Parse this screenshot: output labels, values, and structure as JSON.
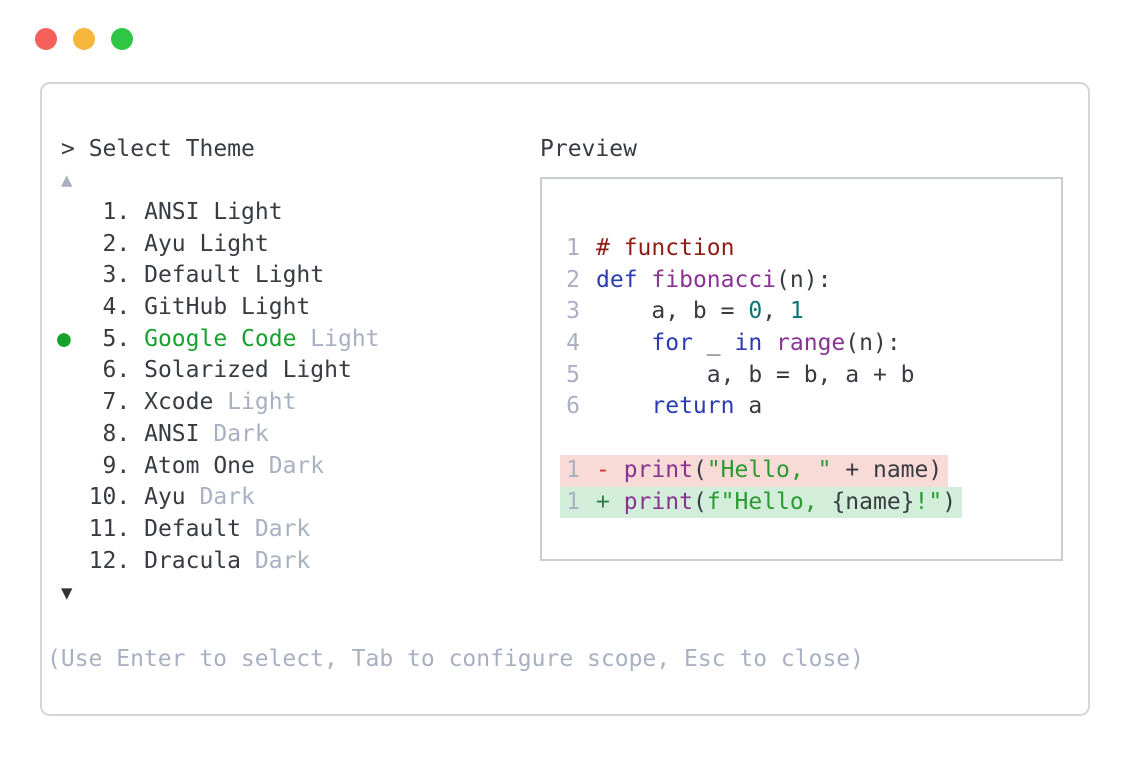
{
  "window": {
    "controls": [
      {
        "name": "close",
        "color_key": "traffic_red"
      },
      {
        "name": "minimize",
        "color_key": "traffic_yellow"
      },
      {
        "name": "maximize",
        "color_key": "traffic_green"
      }
    ]
  },
  "picker": {
    "title": "> Select Theme",
    "scroll_up_glyph": "▲",
    "scroll_down_glyph": "▼",
    "selected_bullet_glyph": "●",
    "items": [
      {
        "num": "1",
        "name": "ANSI",
        "variant": "Light",
        "selected": false,
        "variant_muted": false
      },
      {
        "num": "2",
        "name": "Ayu",
        "variant": "Light",
        "selected": false,
        "variant_muted": false
      },
      {
        "num": "3",
        "name": "Default",
        "variant": "Light",
        "selected": false,
        "variant_muted": false
      },
      {
        "num": "4",
        "name": "GitHub",
        "variant": "Light",
        "selected": false,
        "variant_muted": false
      },
      {
        "num": "5",
        "name": "Google Code",
        "variant": "Light",
        "selected": true,
        "variant_muted": true
      },
      {
        "num": "6",
        "name": "Solarized",
        "variant": "Light",
        "selected": false,
        "variant_muted": false
      },
      {
        "num": "7",
        "name": "Xcode",
        "variant": "Light",
        "selected": false,
        "variant_muted": true
      },
      {
        "num": "8",
        "name": "ANSI",
        "variant": "Dark",
        "selected": false,
        "variant_muted": true
      },
      {
        "num": "9",
        "name": "Atom One",
        "variant": "Dark",
        "selected": false,
        "variant_muted": true
      },
      {
        "num": "10",
        "name": "Ayu",
        "variant": "Dark",
        "selected": false,
        "variant_muted": true
      },
      {
        "num": "11",
        "name": "Default",
        "variant": "Dark",
        "selected": false,
        "variant_muted": true
      },
      {
        "num": "12",
        "name": "Dracula",
        "variant": "Dark",
        "selected": false,
        "variant_muted": true
      }
    ],
    "hint": "(Use Enter to select, Tab to configure scope, Esc to close)"
  },
  "preview": {
    "label": "Preview",
    "code_lines": [
      {
        "num": "1",
        "tokens": [
          {
            "c": "comment",
            "t": "# function"
          }
        ]
      },
      {
        "num": "2",
        "tokens": [
          {
            "c": "keyword",
            "t": "def"
          },
          {
            "c": "plain",
            "t": " "
          },
          {
            "c": "func",
            "t": "fibonacci"
          },
          {
            "c": "plain",
            "t": "(n):"
          }
        ]
      },
      {
        "num": "3",
        "tokens": [
          {
            "c": "plain",
            "t": "    a, b = "
          },
          {
            "c": "number",
            "t": "0"
          },
          {
            "c": "plain",
            "t": ", "
          },
          {
            "c": "number",
            "t": "1"
          }
        ]
      },
      {
        "num": "4",
        "tokens": [
          {
            "c": "plain",
            "t": "    "
          },
          {
            "c": "keyword",
            "t": "for"
          },
          {
            "c": "plain",
            "t": " _ "
          },
          {
            "c": "keyword",
            "t": "in"
          },
          {
            "c": "plain",
            "t": " "
          },
          {
            "c": "func",
            "t": "range"
          },
          {
            "c": "plain",
            "t": "(n):"
          }
        ]
      },
      {
        "num": "5",
        "tokens": [
          {
            "c": "plain",
            "t": "        a, b = b, a + b"
          }
        ]
      },
      {
        "num": "6",
        "tokens": [
          {
            "c": "plain",
            "t": "    "
          },
          {
            "c": "keyword",
            "t": "return"
          },
          {
            "c": "plain",
            "t": " a"
          }
        ]
      }
    ],
    "diff_lines": [
      {
        "num": "1",
        "sign": "-",
        "kind": "minus",
        "tokens": [
          {
            "c": "func",
            "t": "print"
          },
          {
            "c": "plain",
            "t": "("
          },
          {
            "c": "string",
            "t": "\"Hello, \""
          },
          {
            "c": "plain",
            "t": " + name)"
          }
        ]
      },
      {
        "num": "1",
        "sign": "+",
        "kind": "plus",
        "tokens": [
          {
            "c": "func",
            "t": "print"
          },
          {
            "c": "plain",
            "t": "("
          },
          {
            "c": "string",
            "t": "f\"Hello, "
          },
          {
            "c": "plain",
            "t": "{name}"
          },
          {
            "c": "string",
            "t": "!\""
          },
          {
            "c": "plain",
            "t": ")"
          }
        ]
      }
    ]
  },
  "colors": {
    "text": "#383c42",
    "muted": "#a8b0c1",
    "arrow_dark": "#2f3338",
    "selection_green": "#17a12e",
    "traffic_red": "#f4605a",
    "traffic_yellow": "#f6b73c",
    "traffic_green": "#2ec644",
    "panel_border": "#d5d6da",
    "preview_border": "#c8ccd4",
    "syn_comment": "#8f1d15",
    "syn_keyword": "#2a3cb0",
    "syn_func": "#8a3393",
    "syn_number": "#0d7373",
    "syn_string": "#2a9a31",
    "diff_minus": "#c13a30",
    "diff_plus": "#2e7d46",
    "diff_minus_bg": "#f8dad6",
    "diff_plus_bg": "#d2eeda"
  }
}
